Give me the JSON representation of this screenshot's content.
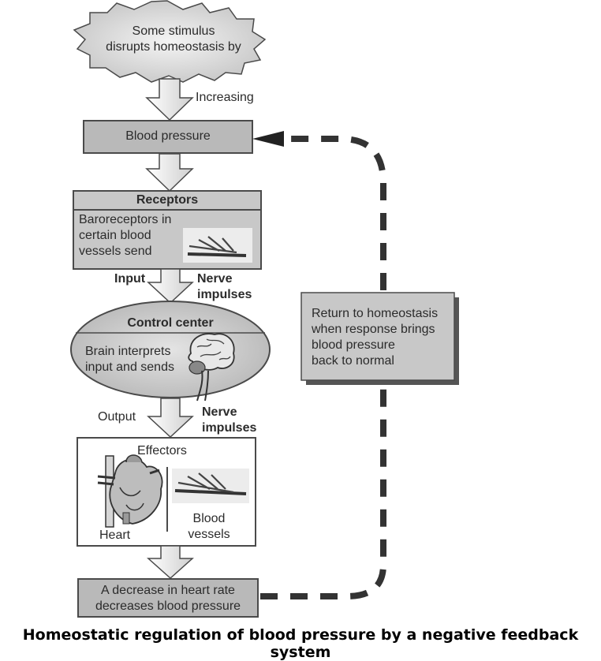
{
  "stimulus": {
    "line1": "Some stimulus",
    "line2": "disrupts homeostasis by"
  },
  "arrow_labels": {
    "increasing": "Increasing",
    "input": "Input",
    "nerve_impulses_1a": "Nerve",
    "nerve_impulses_1b": "impulses",
    "output": "Output",
    "nerve_impulses_2a": "Nerve",
    "nerve_impulses_2b": "impulses"
  },
  "blood_pressure": {
    "label": "Blood pressure"
  },
  "receptors": {
    "title": "Receptors",
    "line1": "Baroreceptors in",
    "line2": "certain blood",
    "line3": "vessels send"
  },
  "control_center": {
    "title": "Control center",
    "line1": "Brain interprets",
    "line2": "input and sends"
  },
  "effectors": {
    "title": "Effectors",
    "heart": "Heart",
    "vessels1": "Blood",
    "vessels2": "vessels"
  },
  "result": {
    "line1": "A decrease in heart rate",
    "line2": "decreases blood pressure"
  },
  "feedback_box": {
    "line1": "Return to homeostasis",
    "line2": "when response brings",
    "line3": "blood pressure",
    "line4": "back to normal"
  },
  "caption": "Homeostatic regulation of blood pressure by a negative feedback system"
}
